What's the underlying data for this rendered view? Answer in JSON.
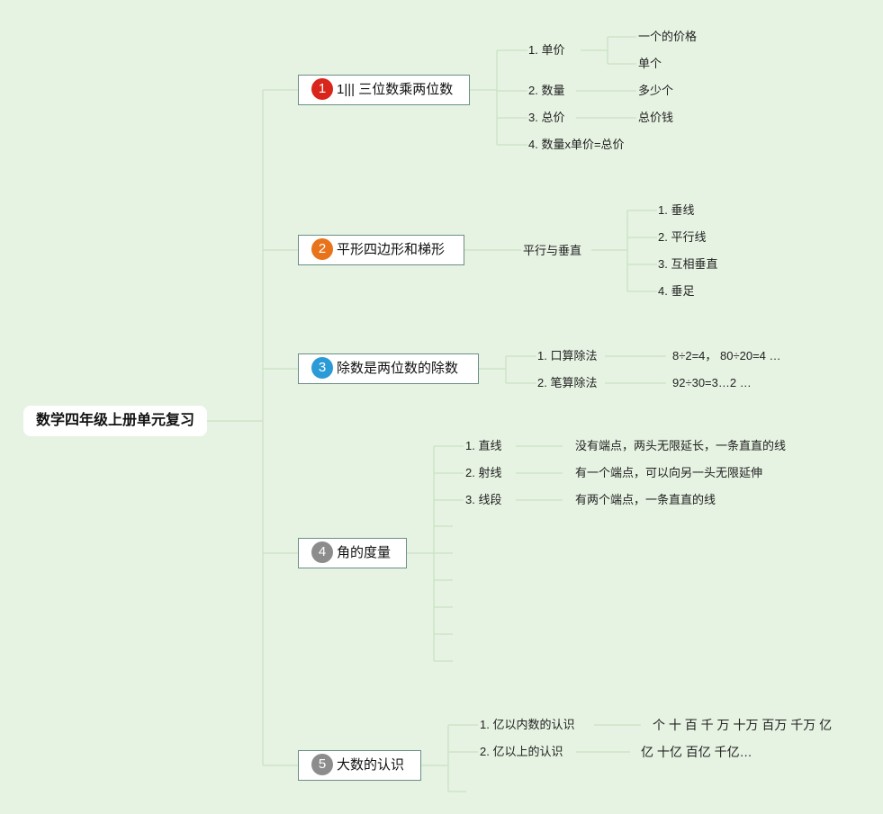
{
  "root": {
    "label": "数学四年级上册单元复习"
  },
  "topics": [
    {
      "number": "1",
      "label": "1||| 三位数乘两位数",
      "badge_color": "#d9261c",
      "items": [
        {
          "label": "1. 单价",
          "details": [
            "一个的价格",
            "单个"
          ]
        },
        {
          "label": "2. 数量",
          "details": [
            "多少个"
          ]
        },
        {
          "label": "3. 总价",
          "details": [
            "总价钱"
          ]
        },
        {
          "label": "4. 数量x单价=总价",
          "details": []
        }
      ]
    },
    {
      "number": "2",
      "label": "平形四边形和梯形",
      "badge_color": "#e8731a",
      "sub": {
        "label": "平行与垂直",
        "items": [
          "1. 垂线",
          "2. 平行线",
          "3. 互相垂直",
          "4. 垂足"
        ]
      }
    },
    {
      "number": "3",
      "label": "除数是两位数的除数",
      "badge_color": "#2a9bd6",
      "items": [
        {
          "label": "1. 口算除法",
          "details": [
            "8÷2=4， 80÷20=4 …"
          ]
        },
        {
          "label": "2. 笔算除法",
          "details": [
            "92÷30=3…2 …"
          ]
        }
      ]
    },
    {
      "number": "4",
      "label": "角的度量",
      "badge_color": "#8c8c8c",
      "items": [
        {
          "label": "1. 直线",
          "details": [
            "没有端点，两头无限延长，一条直直的线"
          ]
        },
        {
          "label": "2. 射线",
          "details": [
            "有一个端点，可以向另一头无限延伸"
          ]
        },
        {
          "label": "3. 线段",
          "details": [
            "有两个端点，一条直直的线"
          ]
        }
      ]
    },
    {
      "number": "5",
      "label": "大数的认识",
      "badge_color": "#8c8c8c",
      "items": [
        {
          "label": "1. 亿以内数的认识",
          "details": [
            "个 十 百 千 万 十万 百万 千万 亿"
          ]
        },
        {
          "label": "2. 亿以上的认识",
          "details": [
            "亿 十亿 百亿 千亿…"
          ]
        }
      ]
    }
  ],
  "colors": {
    "line": "#c9e3c3",
    "background": "#e6f2e2",
    "topic_border": "#6a8f86"
  }
}
